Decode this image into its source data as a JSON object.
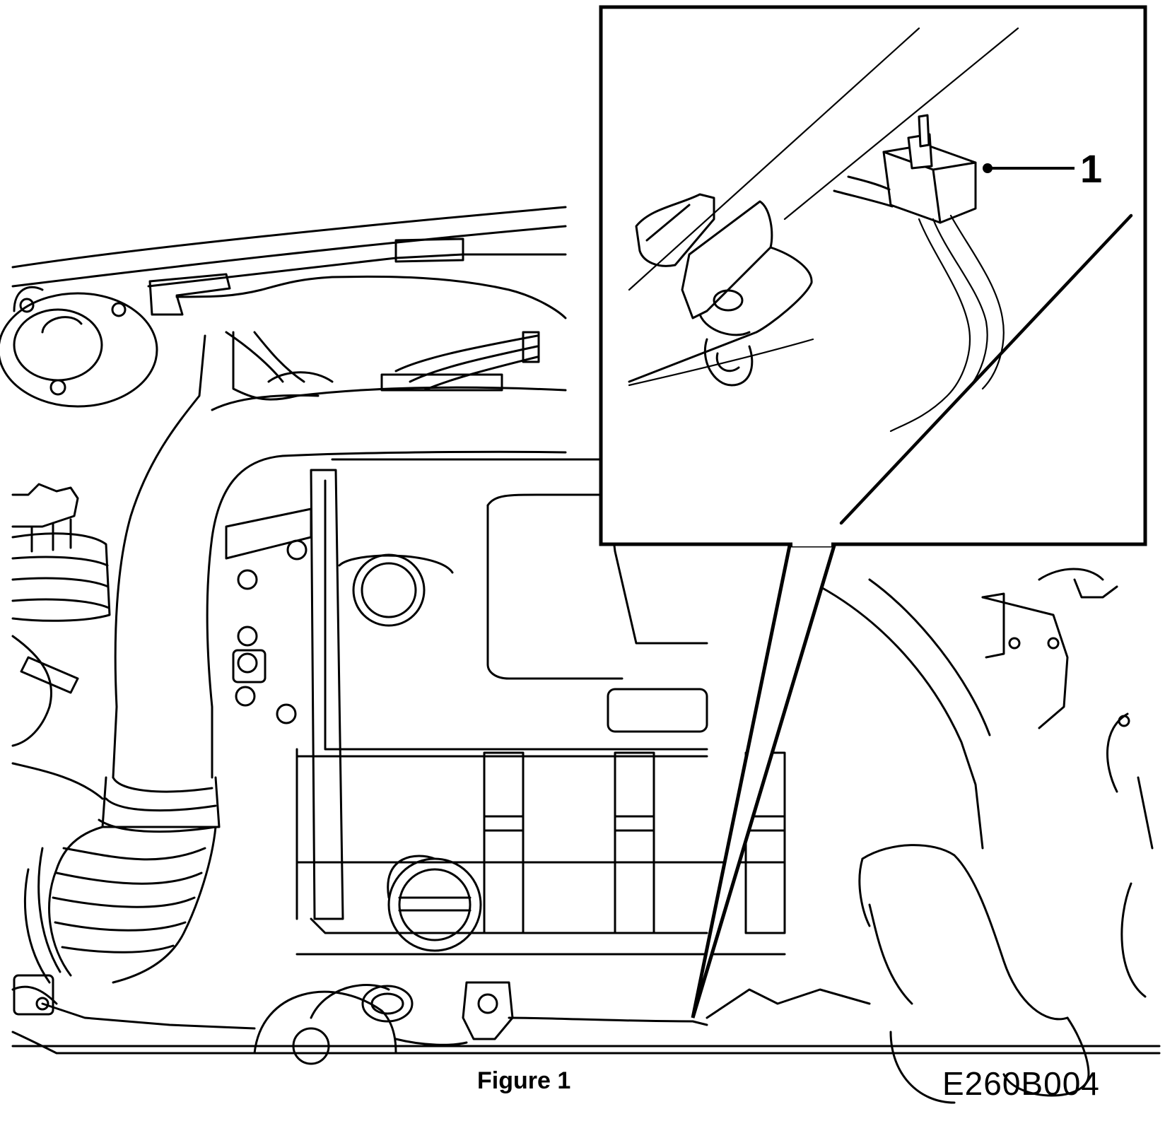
{
  "callouts": [
    {
      "number": "1"
    }
  ],
  "caption": {
    "figure": "Figure 1",
    "code": "E260B004"
  }
}
